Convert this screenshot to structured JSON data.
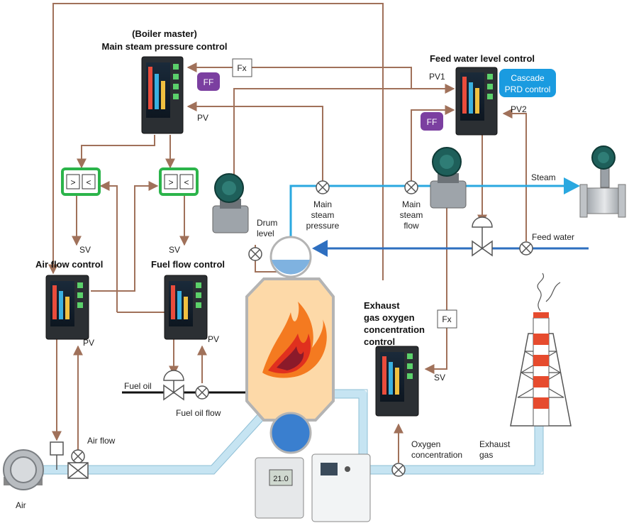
{
  "titles": {
    "boiler_master_line1": "(Boiler master)",
    "boiler_master_line2": "Main steam pressure control",
    "feed_water": "Feed water level control",
    "air_flow": "Air flow control",
    "fuel_flow": "Fuel flow control",
    "exhaust_line1": "Exhaust",
    "exhaust_line2": "gas oxygen",
    "exhaust_line3": "concentration",
    "exhaust_line4": "control"
  },
  "badges": {
    "ff": "FF",
    "fx": "Fx",
    "cascade_line1": "Cascade",
    "cascade_line2": "PRD control"
  },
  "signals": {
    "pv": "PV",
    "pv1": "PV1",
    "pv2": "PV2",
    "sv": "SV"
  },
  "selector": {
    "gt": ">",
    "lt": "<"
  },
  "labels": {
    "drum_line1": "Drum",
    "drum_line2": "level",
    "msp_line1": "Main",
    "msp_line2": "steam",
    "msp_line3": "pressure",
    "msf_line1": "Main",
    "msf_line2": "steam",
    "msf_line3": "flow",
    "steam": "Steam",
    "feed_water": "Feed water",
    "fuel_oil": "Fuel oil",
    "fuel_oil_flow": "Fuel oil flow",
    "air_flow": "Air flow",
    "air": "Air",
    "oxygen_line1": "Oxygen",
    "oxygen_line2": "concentration",
    "exhaust_line1": "Exhaust",
    "exhaust_line2": "gas",
    "analyzer_reading": "21.0"
  },
  "colors": {
    "signal": "#a0715a",
    "steam": "#2aa8e0",
    "water": "#2e6fc0",
    "ff_badge": "#7b3fa0",
    "cascade_badge": "#1a9be0",
    "selector_border": "#2bb44a",
    "furnace": "#fdd9a8",
    "duct": "#c6e4f2"
  }
}
